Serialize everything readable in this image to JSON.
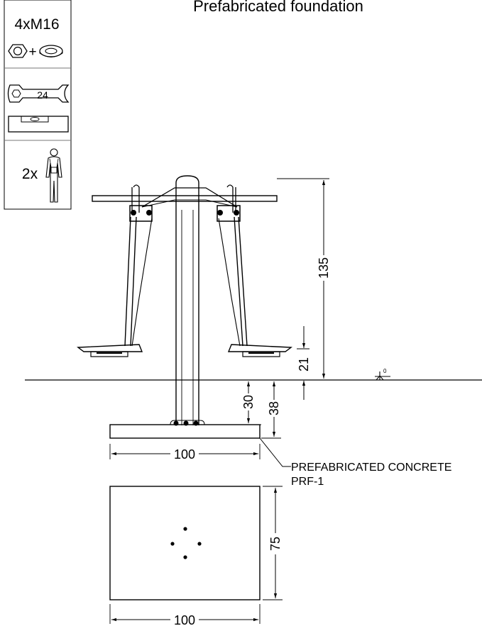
{
  "title": "Prefabricated foundation",
  "tools": {
    "fasteners_label": "4xM16",
    "fastener_join_symbol": "+",
    "wrench_size": "24",
    "installers_label": "2x"
  },
  "dimensions": {
    "total_height": "135",
    "step_height": "21",
    "foundation_depth_top": "30",
    "foundation_depth_bottom": "38",
    "foundation_width_front": "100",
    "foundation_width_top": "100",
    "foundation_length_top": "75",
    "ground_level_mark": "0"
  },
  "callout": {
    "line1": "PREFABRICATED CONCRETE",
    "line2": "PRF-1"
  }
}
